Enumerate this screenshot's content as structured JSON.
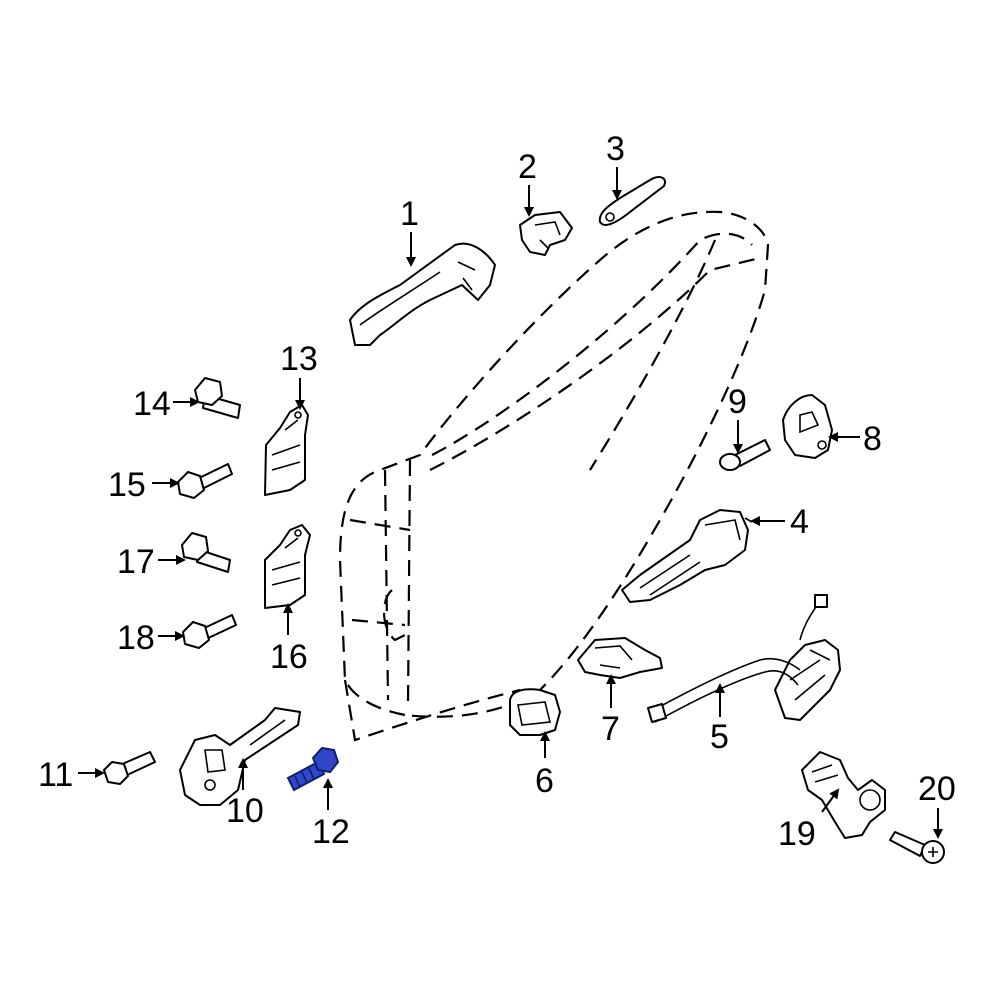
{
  "labels": {
    "p1": "1",
    "p2": "2",
    "p3": "3",
    "p4": "4",
    "p5": "5",
    "p6": "6",
    "p7": "7",
    "p8": "8",
    "p9": "9",
    "p10": "10",
    "p11": "11",
    "p12": "12",
    "p13": "13",
    "p14": "14",
    "p15": "15",
    "p16": "16",
    "p17": "17",
    "p18": "18",
    "p19": "19",
    "p20": "20"
  },
  "colors": {
    "highlight": "#2f47c8",
    "line": "#000000",
    "background": "#ffffff"
  },
  "highlighted_part": "12"
}
